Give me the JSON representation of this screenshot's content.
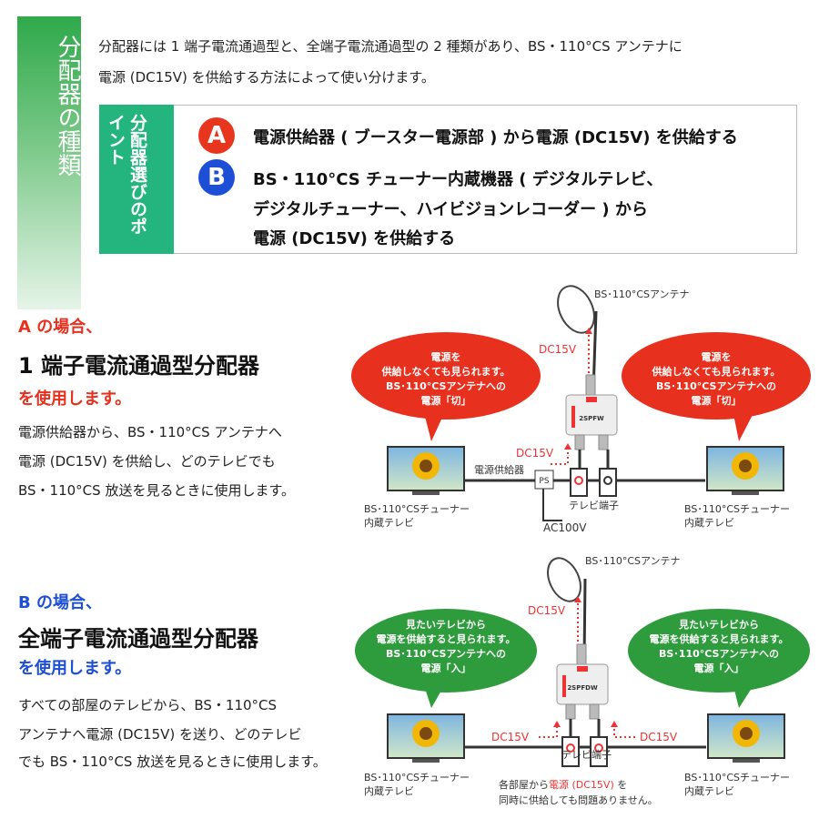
{
  "sidebar": {
    "title": "分配器の種類"
  },
  "intro": {
    "line1": "分配器には 1 端子電流通過型と、全端子電流通過型の 2 種類があり、BS・110°CS アンテナに",
    "line2": "電源 (DC15V) を供給する方法によって使い分けます。"
  },
  "points": {
    "label": "分配器選びのポイント",
    "a": {
      "badge": "A",
      "color": "#e8361e",
      "lines": [
        "電源供給器 ( ブースター電源部 ) から電源 (DC15V) を供給する"
      ]
    },
    "b": {
      "badge": "B",
      "color": "#1c4fd6",
      "lines": [
        "BS・110°CS チューナー内蔵機器 ( デジタルテレビ、",
        "デジタルチューナー、ハイビジョンレコーダー ) から",
        "電源 (DC15V) を供給する"
      ]
    }
  },
  "case_a": {
    "heading": "A の場合、",
    "title": "1 端子電流通過型分配器",
    "subtitle": "を使用します。",
    "desc": [
      "電源供給器から、BS・110°CS アンテナへ",
      "電源 (DC15V) を供給し、どのテレビでも",
      "BS・110°CS 放送を見るときに使用します。"
    ],
    "diagram": {
      "antenna": "BS･110°CSアンテナ",
      "dc_top": "DC15V",
      "dc_ps": "DC15V",
      "bubble_color": "#e8301e",
      "bubble_left": [
        "電源を",
        "供給しなくても見られます。",
        "BS･110°CSアンテナへの",
        "電源「切」"
      ],
      "bubble_right": [
        "電源を",
        "供給しなくても見られます。",
        "BS･110°CSアンテナへの",
        "電源「切」"
      ],
      "power_supply_label": "電源供給器",
      "ps": "PS",
      "tv_terminal": "テレビ端子",
      "ac": "AC100V",
      "tv_left": [
        "BS･110°CSチューナー",
        "内蔵テレビ"
      ],
      "tv_right": [
        "BS･110°CSチューナー",
        "内蔵テレビ"
      ],
      "splitter_model": "2SPFW"
    }
  },
  "case_b": {
    "heading": "B の場合、",
    "title": "全端子電流通過型分配器",
    "subtitle": "を使用します。",
    "desc": [
      "すべての部屋のテレビから、BS・110°CS",
      "アンテナへ電源 (DC15V) を送り、どのテレビ",
      "でも BS・110°CS 放送を見るときに使用します。"
    ],
    "diagram": {
      "antenna": "BS･110°CSアンテナ",
      "dc_top": "DC15V",
      "dc_left": "DC15V",
      "dc_right": "DC15V",
      "bubble_color": "#2e9b3c",
      "bubble_left": [
        "見たいテレビから",
        "電源を供給すると見られます。",
        "BS･110°CSアンテナへの",
        "電源「入」"
      ],
      "bubble_right": [
        "見たいテレビから",
        "電源を供給すると見られます。",
        "BS･110°CSアンテナへの",
        "電源「入」"
      ],
      "tv_terminal": "テレビ端子",
      "note1_pre": "各部屋から",
      "note1_red": "電源 (DC15V)",
      "note1_post": " を",
      "note2": "同時に供給しても問題ありません。",
      "tv_left": [
        "BS･110°CSチューナー",
        "内蔵テレビ"
      ],
      "tv_right": [
        "BS･110°CSチューナー",
        "内蔵テレビ"
      ],
      "splitter_model": "2SPFDW"
    }
  }
}
